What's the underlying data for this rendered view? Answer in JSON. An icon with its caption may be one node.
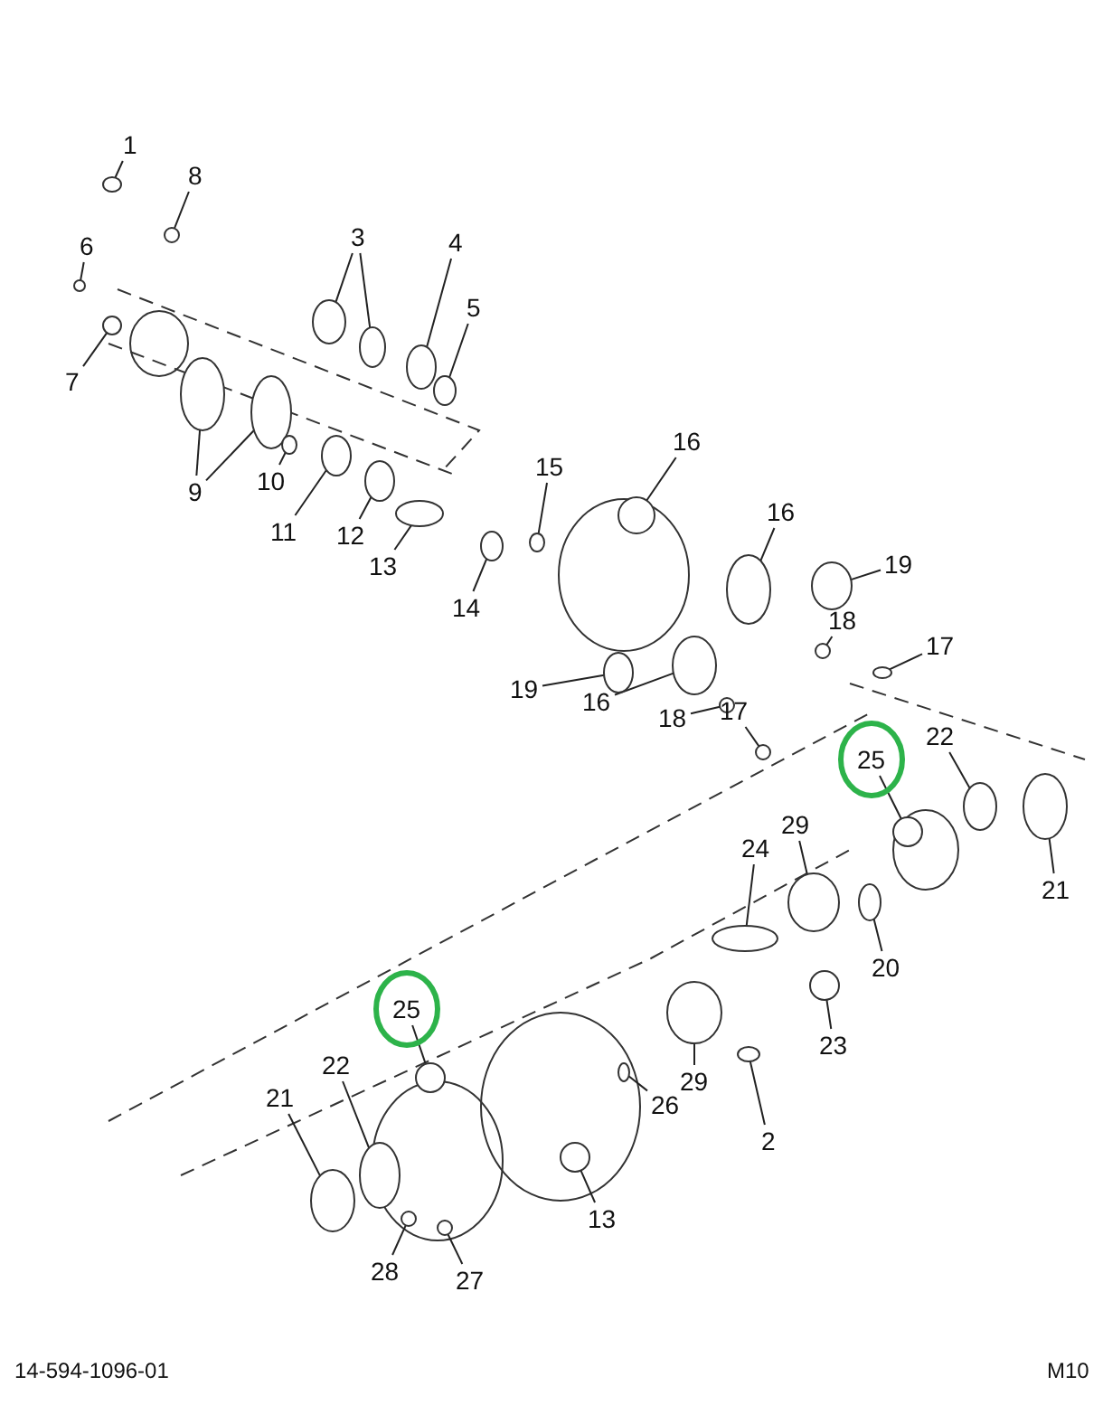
{
  "diagram": {
    "nodes": [
      {
        "text": [
          "1"
        ]
      },
      {
        "text": [
          "8"
        ]
      },
      {
        "text": [
          "6"
        ]
      },
      {
        "text": [
          "3"
        ]
      },
      {
        "text": [
          "4"
        ]
      },
      {
        "text": [
          "5"
        ]
      },
      {
        "text": [
          "7"
        ]
      },
      {
        "text": [
          "9"
        ]
      },
      {
        "text": [
          "10"
        ]
      },
      {
        "text": [
          "11"
        ]
      },
      {
        "text": [
          "12"
        ]
      },
      {
        "text": [
          "13"
        ]
      },
      {
        "text": [
          "14"
        ]
      },
      {
        "text": [
          "15"
        ]
      },
      {
        "text": [
          "16"
        ]
      },
      {
        "text": [
          "16"
        ]
      },
      {
        "text": [
          "19"
        ]
      },
      {
        "text": [
          "18"
        ]
      },
      {
        "text": [
          "17"
        ]
      },
      {
        "text": [
          "19"
        ]
      },
      {
        "text": [
          "16"
        ]
      },
      {
        "text": [
          "18"
        ]
      },
      {
        "text": [
          "17"
        ]
      },
      {
        "text": [
          "25"
        ]
      },
      {
        "text": [
          "22"
        ]
      },
      {
        "text": [
          "21"
        ]
      },
      {
        "text": [
          "24"
        ]
      },
      {
        "text": [
          "29"
        ]
      },
      {
        "text": [
          "20"
        ]
      },
      {
        "text": [
          "25"
        ]
      },
      {
        "text": [
          "22"
        ]
      },
      {
        "text": [
          "21"
        ]
      },
      {
        "text": [
          "29"
        ]
      },
      {
        "text": [
          "23"
        ]
      },
      {
        "text": [
          "26"
        ]
      },
      {
        "text": [
          "2"
        ]
      },
      {
        "text": [
          "13"
        ]
      },
      {
        "text": [
          "28"
        ]
      },
      {
        "text": [
          "27"
        ]
      },
      {
        "text": [],
        "shape": "circle"
      },
      {
        "text": [],
        "shape": "circle"
      },
      {
        "text": [],
        "shape": "circle"
      },
      {
        "text": [],
        "shape": "circle"
      },
      {
        "text": [],
        "shape": "circle"
      },
      {
        "text": [],
        "shape": "circle"
      },
      {
        "text": [],
        "shape": "circle"
      },
      {
        "text": [],
        "shape": "circle"
      },
      {
        "text": [],
        "shape": "circle"
      },
      {
        "text": [],
        "shape": "circle"
      },
      {
        "text": [],
        "shape": "circle"
      },
      {
        "text": [],
        "shape": "circle"
      },
      {
        "text": [],
        "shape": "circle"
      },
      {
        "text": [],
        "shape": "circle"
      },
      {
        "text": [],
        "shape": "circle"
      },
      {
        "text": [],
        "shape": "circle"
      },
      {
        "text": [],
        "shape": "circle"
      },
      {
        "text": [],
        "shape": "circle"
      },
      {
        "text": [],
        "shape": "circle"
      },
      {
        "text": [],
        "shape": "circle"
      },
      {
        "text": [],
        "shape": "circle"
      },
      {
        "text": [],
        "shape": "circle"
      },
      {
        "text": [],
        "shape": "circle"
      },
      {
        "text": [],
        "shape": "circle"
      },
      {
        "text": [],
        "shape": "circle"
      },
      {
        "text": [],
        "shape": "circle"
      },
      {
        "text": [],
        "shape": "circle"
      },
      {
        "text": [],
        "shape": "circle"
      },
      {
        "text": [],
        "shape": "circle"
      },
      {
        "text": [],
        "shape": "circle"
      },
      {
        "text": [],
        "shape": "circle"
      },
      {
        "text": [],
        "shape": "circle"
      },
      {
        "text": [],
        "shape": "circle"
      },
      {
        "text": [],
        "shape": "circle"
      },
      {
        "text": [],
        "shape": "circle"
      },
      {
        "text": [],
        "shape": "circle"
      },
      {
        "text": [],
        "shape": "circle"
      },
      {
        "text": [],
        "shape": "circle"
      },
      {
        "text": [],
        "shape": "circle"
      },
      {
        "text": [],
        "shape": "circle"
      },
      {
        "text": [],
        "shape": "circle"
      }
    ],
    "edges": [
      {
        "from": 0,
        "to": 39,
        "arrow": "none"
      },
      {
        "from": 1,
        "to": 40,
        "arrow": "none"
      },
      {
        "from": 2,
        "to": 41,
        "arrow": "none"
      },
      {
        "from": 3,
        "to": 42,
        "arrow": "none"
      },
      {
        "from": 3,
        "to": 43,
        "arrow": "none"
      },
      {
        "from": 4,
        "to": 44,
        "arrow": "none"
      },
      {
        "from": 5,
        "to": 45,
        "arrow": "none"
      },
      {
        "from": 6,
        "to": 46,
        "arrow": "none"
      },
      {
        "from": 7,
        "to": 47,
        "arrow": "none"
      },
      {
        "from": 7,
        "to": 48,
        "arrow": "none"
      },
      {
        "from": 8,
        "to": 49,
        "arrow": "none"
      },
      {
        "from": 9,
        "to": 50,
        "arrow": "none"
      },
      {
        "from": 10,
        "to": 51,
        "arrow": "none"
      },
      {
        "from": 11,
        "to": 52,
        "arrow": "none"
      },
      {
        "from": 12,
        "to": 53,
        "arrow": "none"
      },
      {
        "from": 13,
        "to": 54,
        "arrow": "none"
      },
      {
        "from": 14,
        "to": 55,
        "arrow": "none"
      },
      {
        "from": 15,
        "to": 56,
        "arrow": "none"
      },
      {
        "from": 16,
        "to": 57,
        "arrow": "none"
      },
      {
        "from": 17,
        "to": 58,
        "arrow": "none"
      },
      {
        "from": 18,
        "to": 59,
        "arrow": "none"
      },
      {
        "from": 19,
        "to": 60,
        "arrow": "none"
      },
      {
        "from": 20,
        "to": 61,
        "arrow": "none"
      },
      {
        "from": 21,
        "to": 62,
        "arrow": "none"
      },
      {
        "from": 22,
        "to": 63,
        "arrow": "none"
      },
      {
        "from": 23,
        "to": 64,
        "arrow": "none"
      },
      {
        "from": 24,
        "to": 65,
        "arrow": "none"
      },
      {
        "from": 25,
        "to": 66,
        "arrow": "none"
      },
      {
        "from": 26,
        "to": 67,
        "arrow": "none"
      },
      {
        "from": 27,
        "to": 68,
        "arrow": "none"
      },
      {
        "from": 28,
        "to": 69,
        "arrow": "none"
      },
      {
        "from": 29,
        "to": 70,
        "arrow": "none"
      },
      {
        "from": 30,
        "to": 71,
        "arrow": "none"
      },
      {
        "from": 31,
        "to": 72,
        "arrow": "none"
      },
      {
        "from": 32,
        "to": 73,
        "arrow": "none"
      },
      {
        "from": 33,
        "to": 74,
        "arrow": "none"
      },
      {
        "from": 34,
        "to": 75,
        "arrow": "none"
      },
      {
        "from": 35,
        "to": 76,
        "arrow": "none"
      },
      {
        "from": 36,
        "to": 77,
        "arrow": "none"
      },
      {
        "from": 37,
        "to": 78,
        "arrow": "none"
      },
      {
        "from": 38,
        "to": 79,
        "arrow": "none"
      }
    ],
    "labels": [
      "14-594-1096-01",
      "M10"
    ]
  }
}
